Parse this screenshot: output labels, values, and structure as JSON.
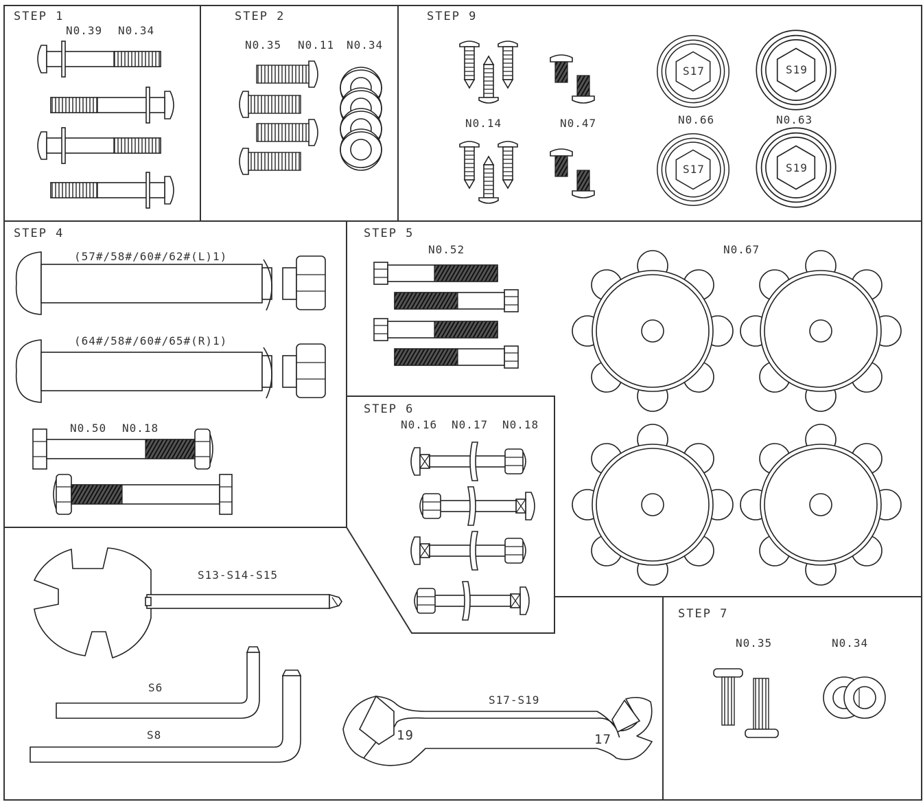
{
  "steps": {
    "step1": {
      "title": "STEP 1",
      "labels": [
        "N0.39",
        "N0.34"
      ]
    },
    "step2": {
      "title": "STEP 2",
      "labels": [
        "N0.35",
        "N0.11",
        "N0.34"
      ]
    },
    "step9": {
      "title": "STEP 9",
      "labels": [
        "N0.14",
        "N0.47",
        "N0.66",
        "N0.63"
      ],
      "nut_sizes": [
        "S17",
        "S19",
        "S17",
        "S19"
      ]
    },
    "step4": {
      "title": "STEP 4",
      "axle_left": "(57#/58#/60#/62#(L)1)",
      "axle_right": "(64#/58#/60#/65#(R)1)",
      "labels": [
        "N0.50",
        "N0.18"
      ]
    },
    "step5": {
      "title": "STEP 5",
      "labels": [
        "N0.52"
      ]
    },
    "wheels": {
      "label": "N0.67"
    },
    "step6": {
      "title": "STEP 6",
      "labels": [
        "N0.16",
        "N0.17",
        "N0.18"
      ]
    },
    "step7": {
      "title": "STEP 7",
      "labels": [
        "N0.35",
        "N0.34"
      ]
    }
  },
  "tools": {
    "multi_tool": "S13-S14-S15",
    "hex_key_small": "S6",
    "hex_key_large": "S8",
    "wrench": "S17-S19",
    "wrench_left": "19",
    "wrench_right": "17"
  }
}
